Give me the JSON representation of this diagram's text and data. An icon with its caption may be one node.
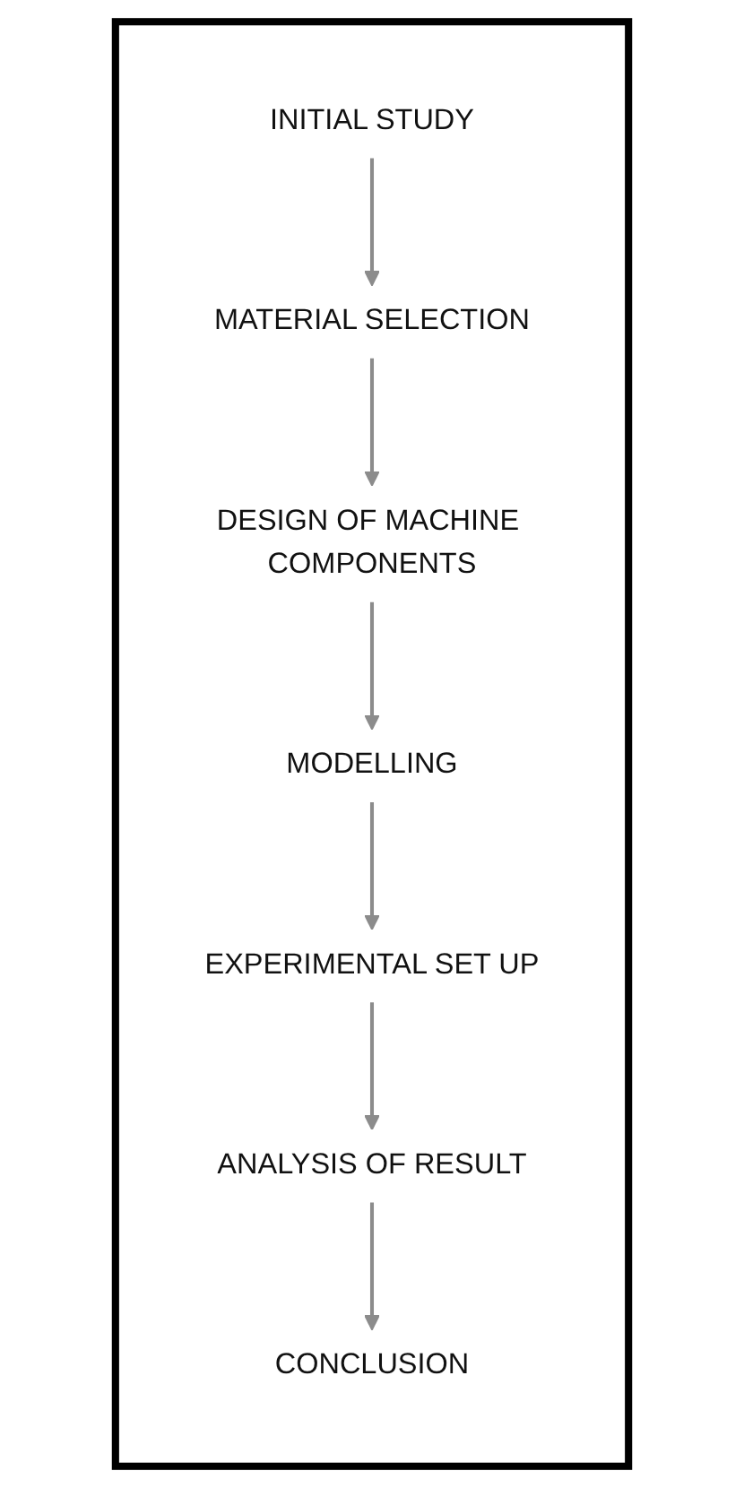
{
  "diagram": {
    "nodes": [
      {
        "text": [],
        "shape": "box"
      },
      {
        "text": [
          "INITIAL STUDY"
        ],
        "in": 0
      },
      {
        "text": [
          "MATERIAL SELECTION"
        ],
        "in": 0
      },
      {
        "text": [
          "DESIGN OF MACHINE COMPONENTS"
        ],
        "in": 0
      },
      {
        "text": [
          "MODELLING"
        ],
        "in": 0
      },
      {
        "text": [
          "EXPERIMENTAL SET UP"
        ],
        "in": 0
      },
      {
        "text": [
          "ANALYSIS OF RESULT"
        ],
        "in": 0
      },
      {
        "text": [
          "CONCLUSION"
        ],
        "in": 0
      }
    ],
    "edges": [
      {
        "from": 1,
        "to": 2,
        "arrow": "to"
      },
      {
        "from": 2,
        "to": 3,
        "arrow": "to"
      },
      {
        "from": 3,
        "to": 4,
        "arrow": "to"
      },
      {
        "from": 4,
        "to": 5,
        "arrow": "to"
      },
      {
        "from": 5,
        "to": 6,
        "arrow": "to"
      },
      {
        "from": 6,
        "to": 7,
        "arrow": "to"
      }
    ]
  }
}
